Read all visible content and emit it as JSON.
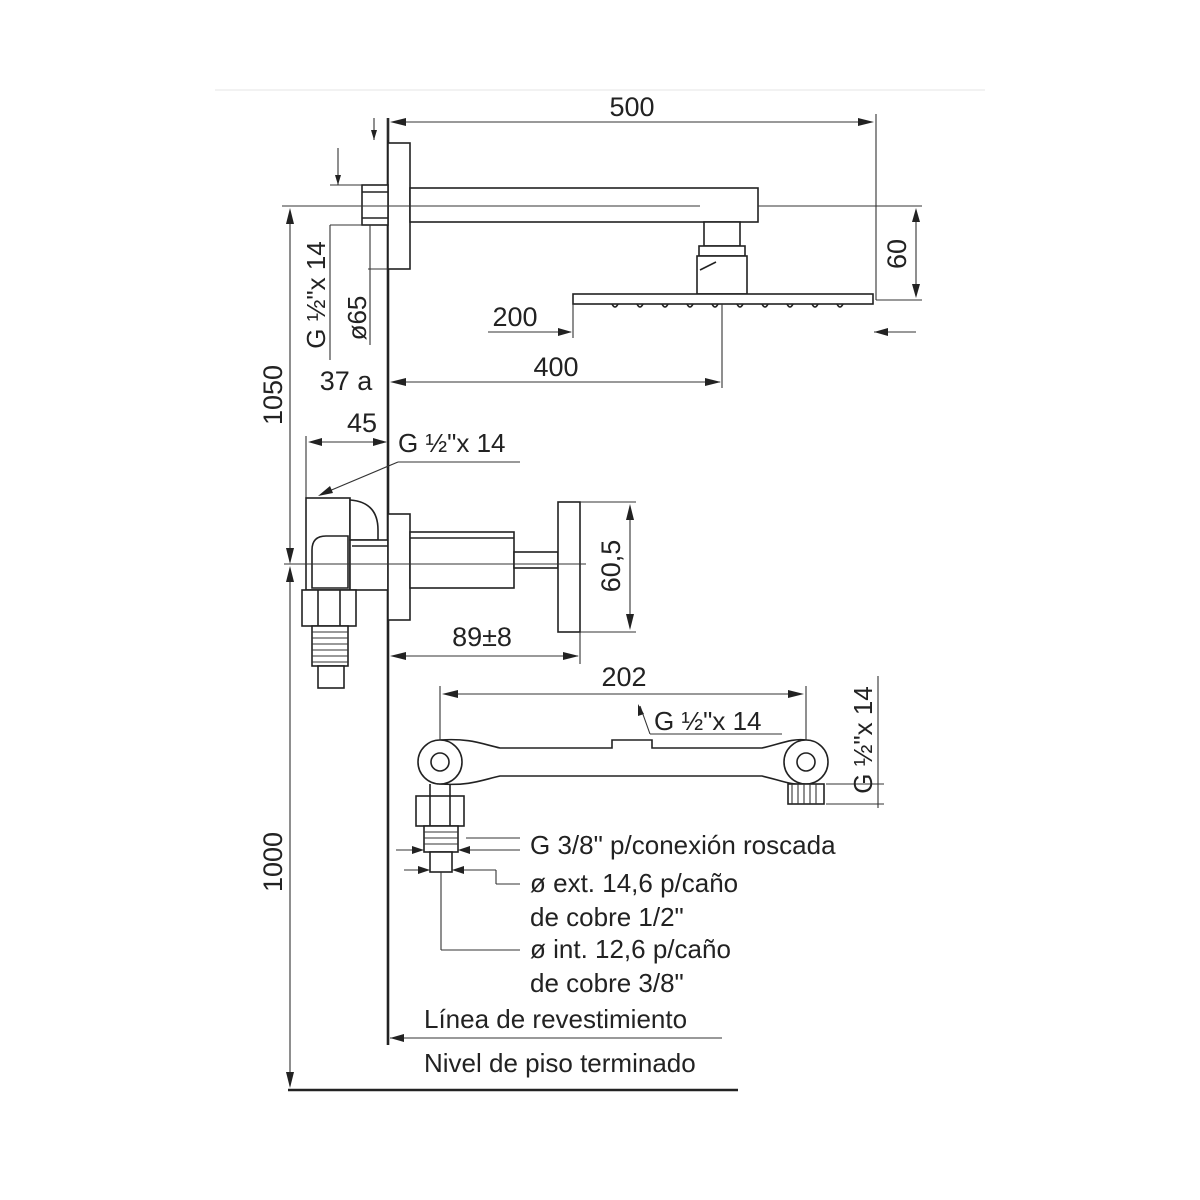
{
  "dimensions": {
    "arm_length": "500",
    "head_height": "60",
    "head_offset_200": "200",
    "arm_projection_400": "400",
    "thread_top_left": "G ½\"x 14",
    "flange_diameter": "ø65",
    "height_1050": "1050",
    "cover_37a": "37 a",
    "offset_45": "45",
    "thread_valve": "G ½\"x 14",
    "handle_height": "60,5",
    "valve_depth": "89±8",
    "bar_length": "202",
    "thread_bar_center": "G ½\"x 14",
    "thread_bar_right": "G ½\"x 14",
    "height_1000": "1000"
  },
  "notes": {
    "connection_threaded": "G 3/8\" p/conexión roscada",
    "outer_diameter_line1": "ø ext. 14,6 p/caño",
    "outer_diameter_line2": "de cobre 1/2\"",
    "inner_diameter_line1": "ø int. 12,6 p/caño",
    "inner_diameter_line2": "de cobre 3/8\""
  },
  "reference_lines": {
    "wall_finish": "Línea de revestimiento",
    "floor_finish": "Nivel de piso terminado"
  }
}
